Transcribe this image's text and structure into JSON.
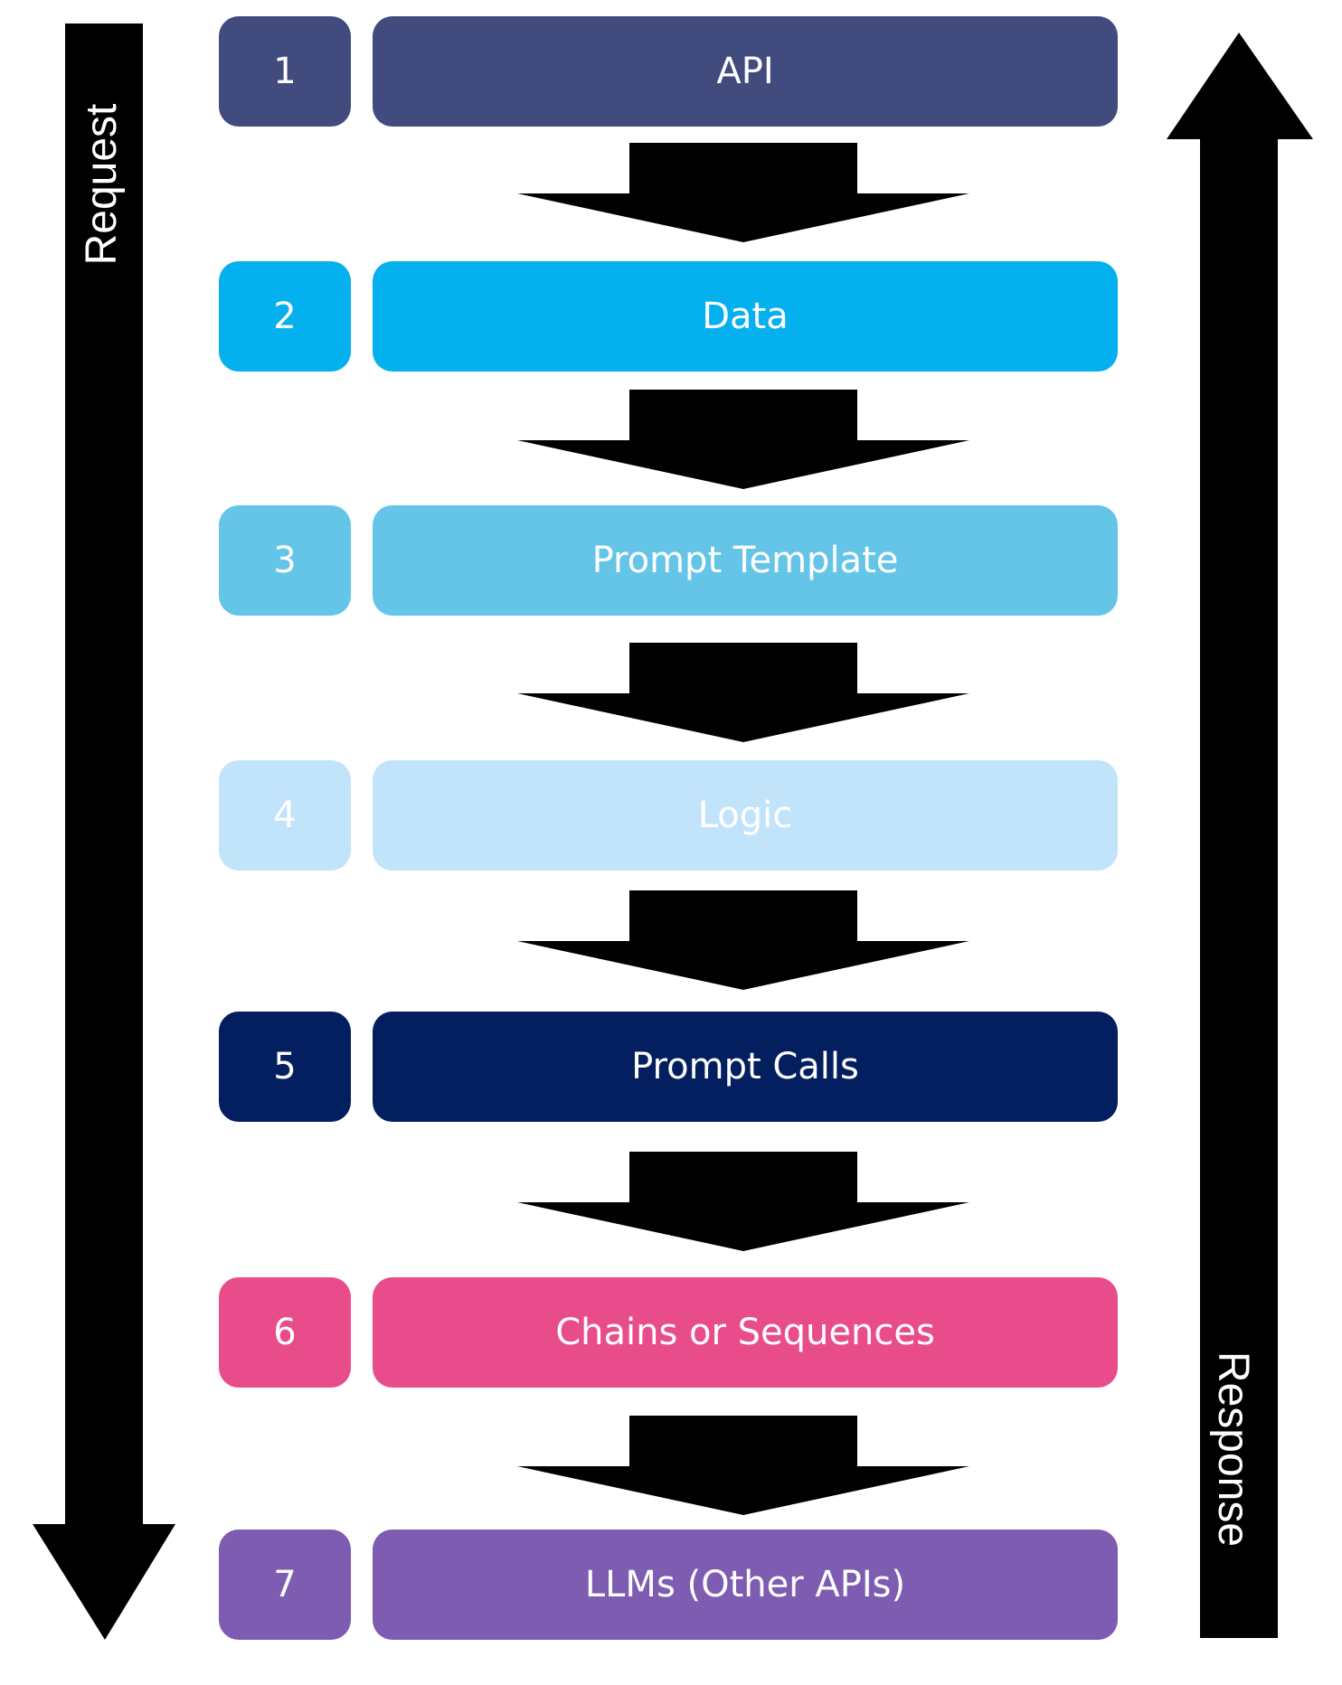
{
  "side_labels": {
    "request": "Request",
    "response": "Response"
  },
  "steps": [
    {
      "number": "1",
      "label": "API",
      "color": "#414b7e"
    },
    {
      "number": "2",
      "label": "Data",
      "color": "#05b0ee"
    },
    {
      "number": "3",
      "label": "Prompt Template",
      "color": "#65c5e8"
    },
    {
      "number": "4",
      "label": "Logic",
      "color": "#c2e4fb"
    },
    {
      "number": "5",
      "label": "Prompt Calls",
      "color": "#031f5f"
    },
    {
      "number": "6",
      "label": "Chains or Sequences",
      "color": "#e94c8a"
    },
    {
      "number": "7",
      "label": "LLMs (Other APIs)",
      "color": "#7e5cb1"
    }
  ],
  "arrow_color": "#000000"
}
